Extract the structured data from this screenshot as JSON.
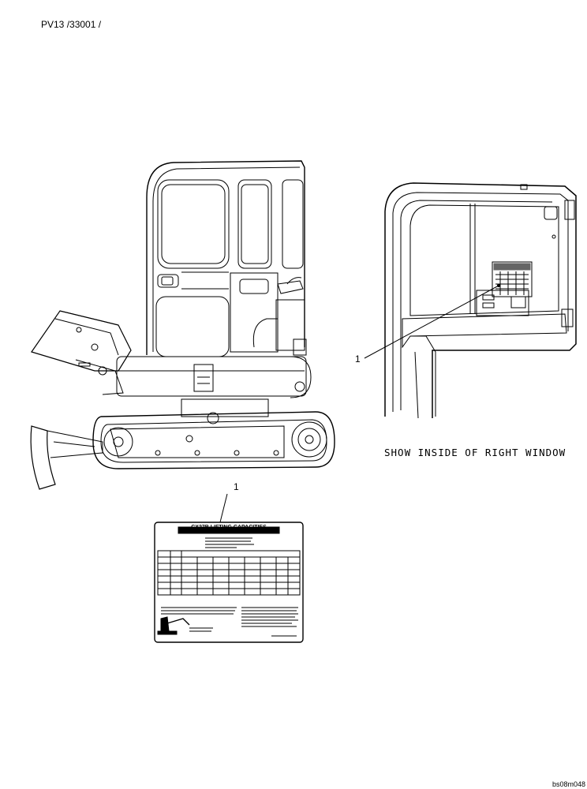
{
  "header": {
    "part_ref": "PV13 /33001 /"
  },
  "callouts": {
    "cab_item": "1",
    "decal_item": "1"
  },
  "captions": {
    "window_view": "SHOW INSIDE OF RIGHT WINDOW"
  },
  "decal": {
    "title": "CX27B LIFTING CAPACITIES"
  },
  "footer": {
    "drawing_code": "bs08m048"
  }
}
